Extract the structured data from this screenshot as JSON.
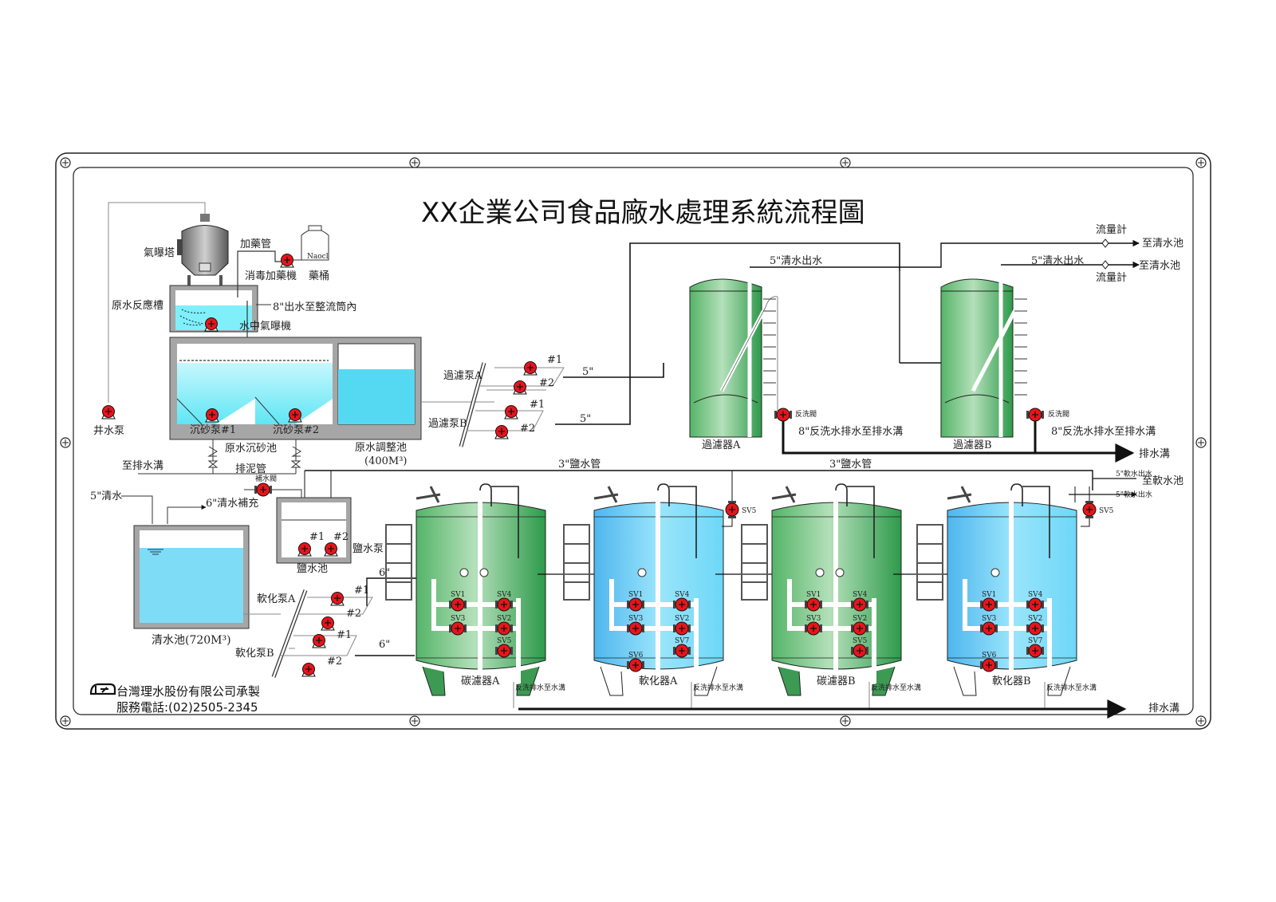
{
  "title": "XX企業公司食品廠水處理系統流程圖",
  "company": {
    "name": "台灣理水股份有限公司承製",
    "phone": "服務電話:(02)2505-2345"
  },
  "colors": {
    "water_cyan": "#7ff0fa",
    "water_blue": "#6fd0f5",
    "tank_green": "#5dbb6d",
    "tank_green_light": "#a9dbb0",
    "tank_blue": "#7ec9f3",
    "tank_blue_light": "#b8ecfb",
    "concrete_gray": "#a6a6a6",
    "pump_red": "#e8141b",
    "line": "#111111"
  },
  "left_section": {
    "aeration_tower": "氣曝塔",
    "dosing_pipe": "加藥管",
    "dosing_machine": "消毒加藥機",
    "chemical_tank": "藥桶",
    "chemical_tank_tag": "Naocl",
    "raw_reaction_tank": "原水反應槽",
    "outlet_8in": "8\"出水至整流筒內",
    "submerged_aerator": "水中氣曝機",
    "well_pump": "井水泵",
    "sand_pump_1": "沉砂泵#1",
    "sand_pump_2": "沉砂泵#2",
    "sand_basin": "原水沉砂池",
    "to_drain": "至排水溝",
    "sludge_pipe": "排泥管",
    "equalization_tank": "原水調整池",
    "equalization_capacity": "(400M³)"
  },
  "filter_pumps": {
    "group_a": "過濾泵A",
    "group_b": "過濾泵B",
    "p1": "#1",
    "p2": "#2",
    "size_a": "5\"",
    "size_b": "5\""
  },
  "filters": {
    "clear_outlet_a": "5\"清水出水",
    "clear_outlet_b": "5\"清水出水",
    "backwash_valve": "反洗閥",
    "backwash_drain": "8\"反洗水排水至排水溝",
    "filter_a": "過濾器A",
    "filter_b": "過濾器B",
    "flowmeter": "流量計",
    "to_clear_pool": "至清水池",
    "drain_ditch": "排水溝"
  },
  "clear_section": {
    "clear_5in": "5\"清水",
    "clear_6in_refill": "6\"清水補充",
    "refill_valve": "補水閥",
    "brine_tank": "鹽水池",
    "brine_pump": "鹽水泵",
    "brine_p1": "#1",
    "brine_p2": "#2",
    "clear_pool": "清水池(720M³)",
    "softener_pump_a": "軟化泵A",
    "softener_pump_b": "軟化泵B",
    "size_6in": "6\"",
    "brine_pipe": "3\"鹽水管"
  },
  "vessels": [
    {
      "name": "碳濾器A",
      "type": "carbon",
      "valves": [
        "SV1",
        "SV4",
        "SV3",
        "SV2",
        "SV5"
      ]
    },
    {
      "name": "軟化器A",
      "type": "softener",
      "valves": [
        "SV1",
        "SV4",
        "SV3",
        "SV2",
        "SV7",
        "SV6"
      ]
    },
    {
      "name": "碳濾器B",
      "type": "carbon",
      "valves": [
        "SV1",
        "SV4",
        "SV3",
        "SV2",
        "SV5"
      ]
    },
    {
      "name": "軟化器B",
      "type": "softener",
      "valves": [
        "SV1",
        "SV4",
        "SV3",
        "SV2",
        "SV7",
        "SV6"
      ]
    }
  ],
  "bottom": {
    "backwash_to_ditch": "反洗排水至水溝",
    "drain_ditch": "排水溝",
    "sv5": "SV5",
    "soft_outlet": "5\"軟水出水",
    "to_soft_pool": "至軟水池"
  }
}
